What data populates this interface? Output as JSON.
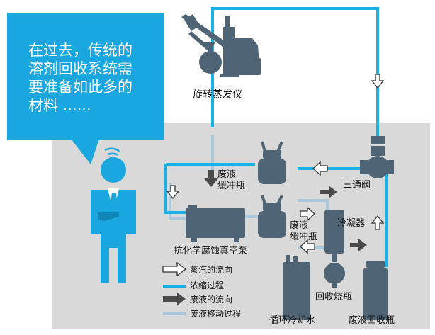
{
  "speech_bubble": {
    "text": "在过去，传统的\n溶剂回收系统需\n要准备如此多的\n材料 ......"
  },
  "labels": {
    "rotary_evaporator": "旋转蒸发仪",
    "waste_buffer_top": "废液\n缓冲瓶",
    "three_way_valve": "三通阀",
    "waste_buffer_bottom": "废液\n缓冲瓶",
    "condenser": "冷凝器",
    "vacuum_pump": "抗化学腐蚀真空泵",
    "receiving_flask": "回收烧瓶",
    "chiller": "循环冷却水",
    "waste_collection_bottle": "废液回收瓶"
  },
  "legend": [
    {
      "label": "蒸汽的流向",
      "symbol": "white-arrow"
    },
    {
      "label": "浓缩过程",
      "symbol": "blue-line"
    },
    {
      "label": "废液的流向",
      "symbol": "dark-arrow"
    },
    {
      "label": "废液移动过程",
      "symbol": "light-line"
    }
  ],
  "colors": {
    "speech": "#1aa7df",
    "flow_blue": "#1ab0e8",
    "flow_light": "#a9c8dc",
    "equipment": "#4f6475",
    "panel": "#d9d9d9",
    "person": "#1aa7df"
  }
}
